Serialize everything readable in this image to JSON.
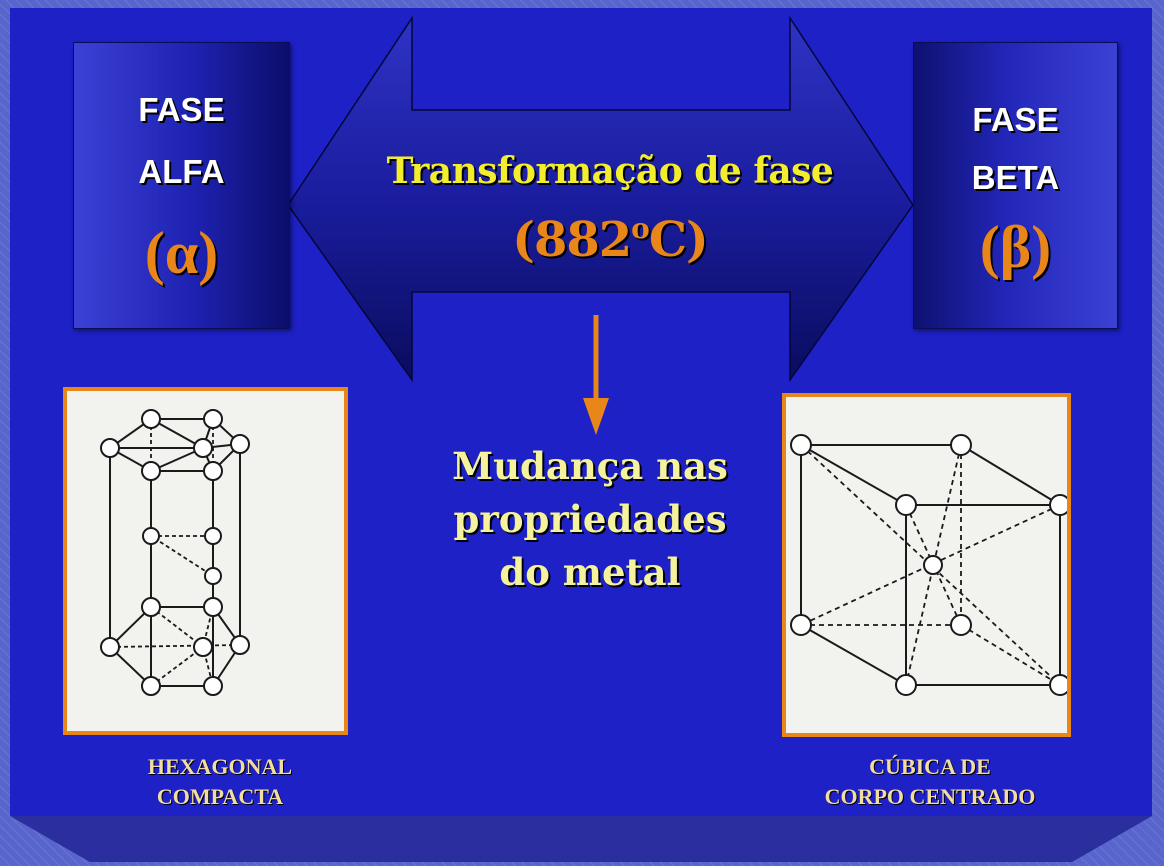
{
  "alpha_box": {
    "line1": "FASE",
    "line2": "ALFA",
    "symbol": "(α)"
  },
  "beta_box": {
    "line1": "FASE",
    "line2": "BETA",
    "symbol": "(β)"
  },
  "transformation": {
    "label": "Transformação de fase",
    "temperature_value": "(882",
    "temperature_degree": "o",
    "temperature_unit": "C)"
  },
  "result": {
    "text": "Mudança nas\npropriedades\ndo metal"
  },
  "hexagonal": {
    "caption": "HEXAGONAL\nCOMPACTA"
  },
  "cubic": {
    "caption": "CÚBICA DE\nCORPO CENTRADO"
  },
  "colors": {
    "slide_bg": "#1d21c6",
    "accent_orange": "#e8861a",
    "title_yellow": "#f2ee2e",
    "text_cream": "#f4f29c"
  }
}
